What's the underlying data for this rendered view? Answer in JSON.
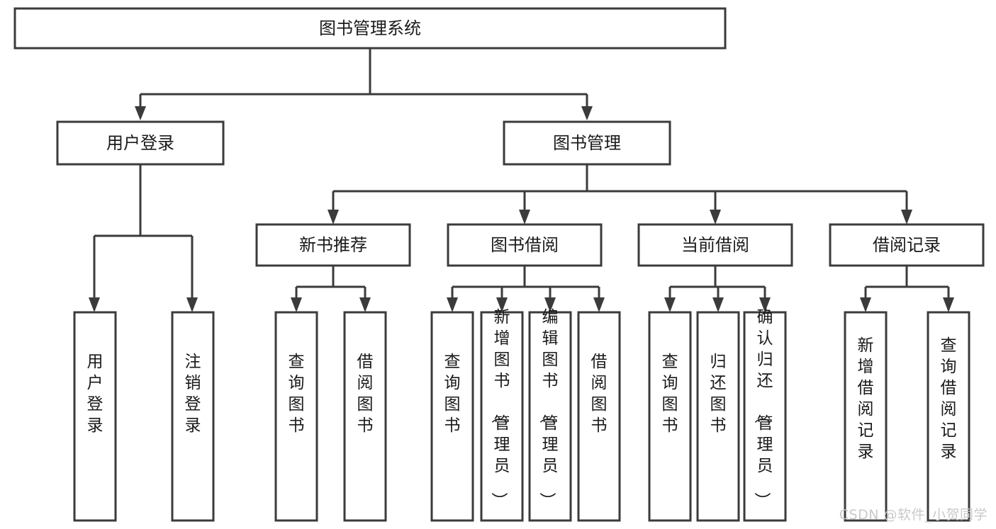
{
  "diagram": {
    "type": "tree",
    "title": "图书管理系统",
    "watermark": "CSDN @软件_小贺同学",
    "colors": {
      "stroke": "#3b3b3b",
      "fill": "#ffffff",
      "text": "#1a1a1a",
      "watermark": "#c9c9c9",
      "background": "#ffffff"
    },
    "root": {
      "label": "图书管理系统"
    },
    "level2": [
      {
        "label": "用户登录"
      },
      {
        "label": "图书管理"
      }
    ],
    "level3": [
      {
        "label": "新书推荐"
      },
      {
        "label": "图书借阅"
      },
      {
        "label": "当前借阅"
      },
      {
        "label": "借阅记录"
      }
    ],
    "leaves": {
      "user_login": [
        {
          "label": "用户登录"
        },
        {
          "label": "注销登录"
        }
      ],
      "new_book": [
        {
          "label": "查询图书"
        },
        {
          "label": "借阅图书"
        }
      ],
      "book_borrow": [
        {
          "label": "查询图书"
        },
        {
          "label": "新增图书（管理员）"
        },
        {
          "label": "编辑图书（管理员）"
        },
        {
          "label": "借阅图书"
        }
      ],
      "current_borrow": [
        {
          "label": "查询图书"
        },
        {
          "label": "归还图书"
        },
        {
          "label": "确认归还（管理员）"
        }
      ],
      "borrow_record": [
        {
          "label": "新增借阅记录"
        },
        {
          "label": "查询借阅记录"
        }
      ]
    }
  }
}
